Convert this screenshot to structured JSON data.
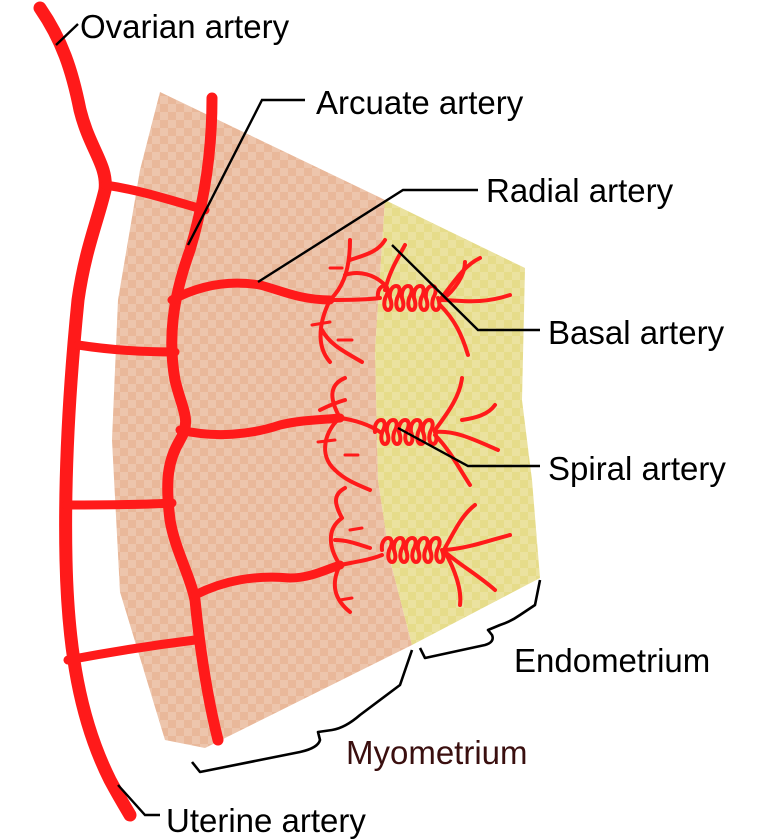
{
  "labels": {
    "ovarian": "Ovarian artery",
    "arcuate": "Arcuate artery",
    "radial": "Radial artery",
    "basal": "Basal artery",
    "spiral": "Spiral artery",
    "endometrium": "Endometrium",
    "myometrium": "Myometrium",
    "uterine": "Uterine artery"
  },
  "colors": {
    "artery": "#ff1a1a",
    "myometrium_fill": "#e9b89a",
    "endometrium_fill": "#e6dc8a",
    "checker": "#ffffff",
    "label_text": "#000000",
    "myometrium_text": "#3a0f0f"
  }
}
